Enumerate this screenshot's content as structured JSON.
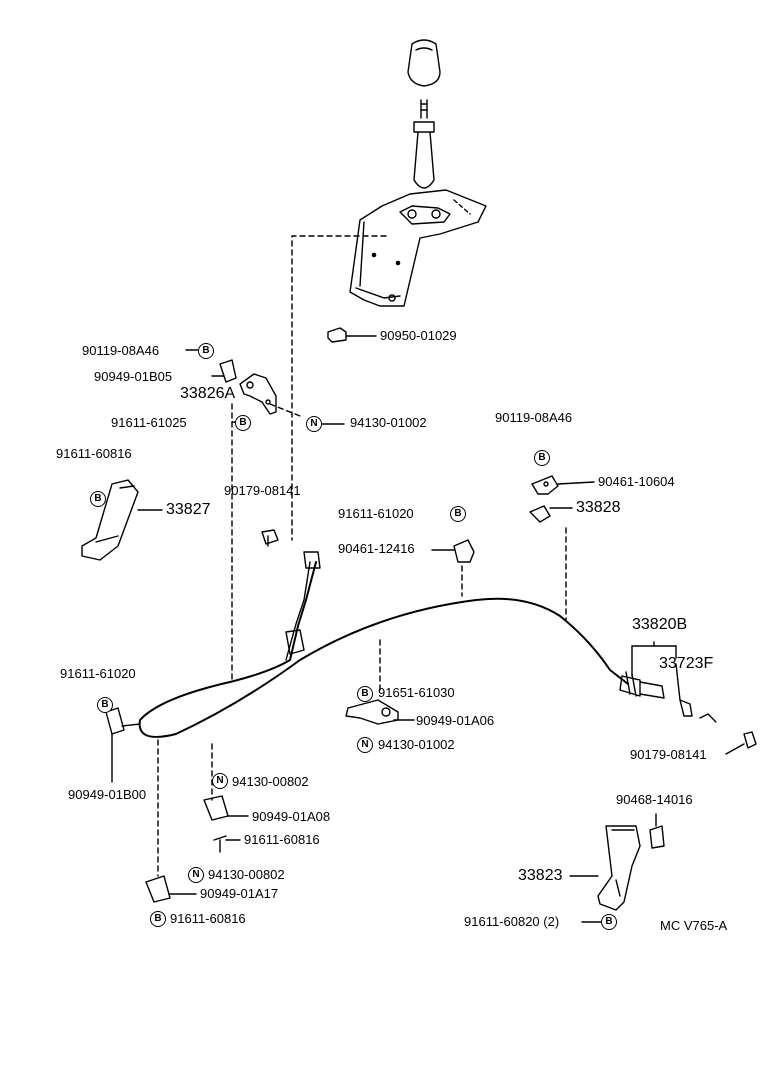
{
  "diagram_code": "MC V765-A",
  "parts": {
    "p_90119_08A46_a": "90119-08A46",
    "p_90949_01B05": "90949-01B05",
    "p_33826A": "33826A",
    "p_91611_61025": "91611-61025",
    "p_94130_01002_a": "94130-01002",
    "p_90950_01029": "90950-01029",
    "p_91611_60816_a": "91611-60816",
    "p_33827": "33827",
    "p_90179_08141_a": "90179-08141",
    "p_91611_61020_a": "91611-61020",
    "p_90461_12416": "90461-12416",
    "p_90119_08A46_b": "90119-08A46",
    "p_90461_10604": "90461-10604",
    "p_33828": "33828",
    "p_33820B": "33820B",
    "p_33723F": "33723F",
    "p_90179_08141_b": "90179-08141",
    "p_91611_61020_b": "91611-61020",
    "p_90949_01B00": "90949-01B00",
    "p_91651_61030": "91651-61030",
    "p_90949_01A06": "90949-01A06",
    "p_94130_01002_b": "94130-01002",
    "p_94130_00802_a": "94130-00802",
    "p_90949_01A08": "90949-01A08",
    "p_91611_60816_b": "91611-60816",
    "p_94130_00802_b": "94130-00802",
    "p_90949_01A17": "90949-01A17",
    "p_91611_60816_c": "91611-60816",
    "p_90468_14016": "90468-14016",
    "p_33823": "33823",
    "p_91611_60820": "91611-60820 (2)"
  },
  "badges": {
    "bolt": "B",
    "nut": "N"
  }
}
